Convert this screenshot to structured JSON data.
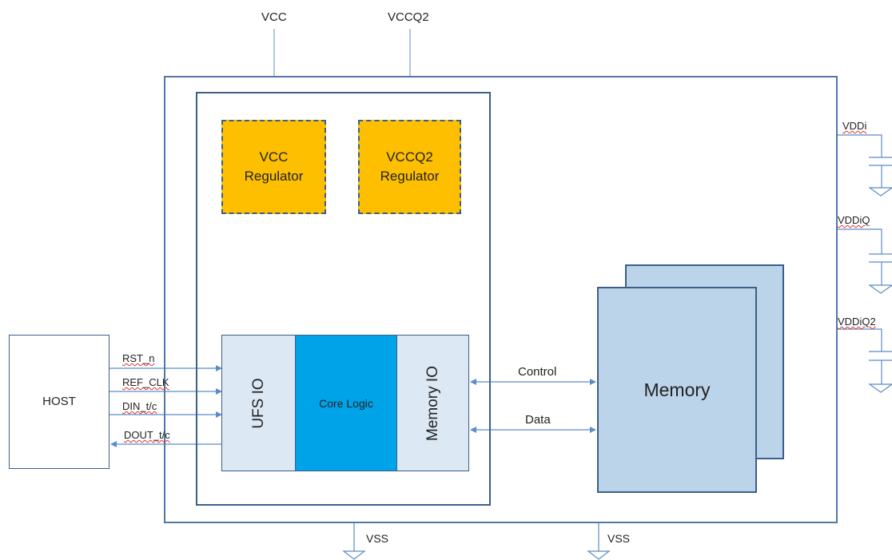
{
  "supplies": {
    "vcc": "VCC",
    "vccq2": "VCCQ2"
  },
  "regulators": {
    "vcc": {
      "line1": "VCC",
      "line2": "Regulator"
    },
    "vccq2": {
      "line1": "VCCQ2",
      "line2": "Regulator"
    }
  },
  "host": {
    "label": "HOST"
  },
  "signals": [
    "RST_n",
    "REF_CLK",
    "DIN_t/c",
    "DOUT_t/c"
  ],
  "blocks": {
    "ufs_io": "UFS IO",
    "core_logic": "Core Logic",
    "memory_io": "Memory IO",
    "memory": "Memory"
  },
  "buses": {
    "control": "Control",
    "data": "Data"
  },
  "pins": {
    "vddi": "VDDi",
    "vddiq": "VDDiQ",
    "vddiq2": "VDDiQ2"
  },
  "grounds": {
    "vss_left": "VSS",
    "vss_right": "VSS"
  },
  "colors": {
    "regulator": "#fdbf00",
    "core_logic": "#00a2e8",
    "io_block": "#dce8f4",
    "memory": "#bcd4ea",
    "line": "#4f77a8"
  }
}
